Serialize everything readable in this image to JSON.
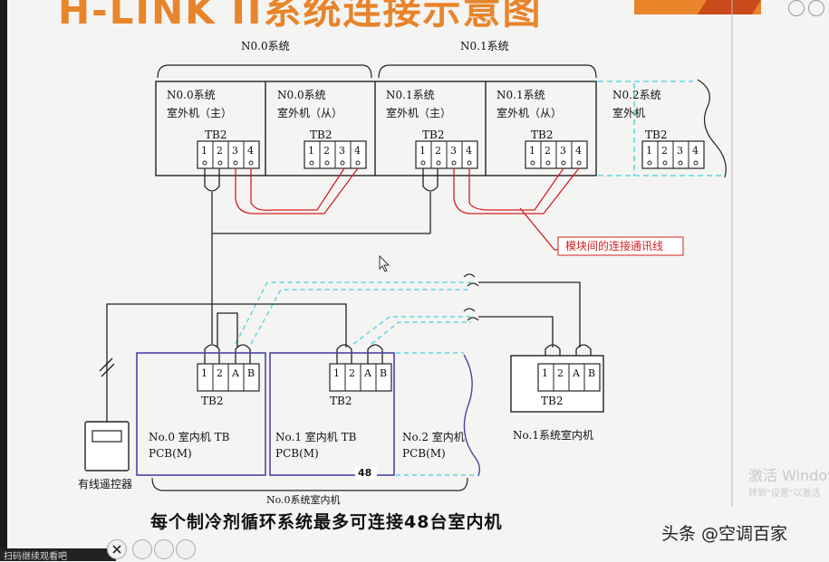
{
  "title": "H-LINK II系统连接示意图",
  "groups": {
    "no0": "N0.0系统",
    "no1": "N0.1系统"
  },
  "outdoor_units": [
    {
      "line1": "N0.0系统",
      "line2": "室外机（主）",
      "tb": "TB2"
    },
    {
      "line1": "N0.0系统",
      "line2": "室外机（从）",
      "tb": "TB2"
    },
    {
      "line1": "N0.1系统",
      "line2": "室外机（主）",
      "tb": "TB2"
    },
    {
      "line1": "N0.1系统",
      "line2": "室外机（从）",
      "tb": "TB2"
    },
    {
      "line1": "N0.2系统",
      "line2": "室外机",
      "tb": "TB2"
    }
  ],
  "outdoor_terminals": [
    "1",
    "2",
    "3",
    "4"
  ],
  "indoor_terminals": [
    "1",
    "2",
    "A",
    "B"
  ],
  "red_label": "模块间的连接通讯线",
  "indoor_units": [
    {
      "line1": "No.0 室内机  TB",
      "line2": "PCB(M)",
      "tb": "TB2"
    },
    {
      "line1": "No.1 室内机  TB",
      "line2": "PCB(M)",
      "tb": "TB2"
    },
    {
      "line1": "No.2 室内机",
      "line2": "PCB(M)",
      "tb": ""
    }
  ],
  "no1_indoor": {
    "tb": "TB2",
    "caption": "No.1系统室内机"
  },
  "count_badge": "48",
  "remote_label": "有线遥控器",
  "no0_indoor_group": "No.0系统室内机",
  "bottom_caption": "每个制冷剂循环系统最多可连接48台室内机",
  "watermark_line1": "激活 Windows",
  "watermark_line2": "转到\"设置\"以激活",
  "brand": "头条 @空调百家",
  "toolbar_text": "扫码继续观看吧",
  "colors": {
    "accent_orange": "#e8842a",
    "signal_red": "#d42020",
    "dashed_cyan": "#5fd6e0",
    "indoor_blue": "#4a44a8"
  }
}
